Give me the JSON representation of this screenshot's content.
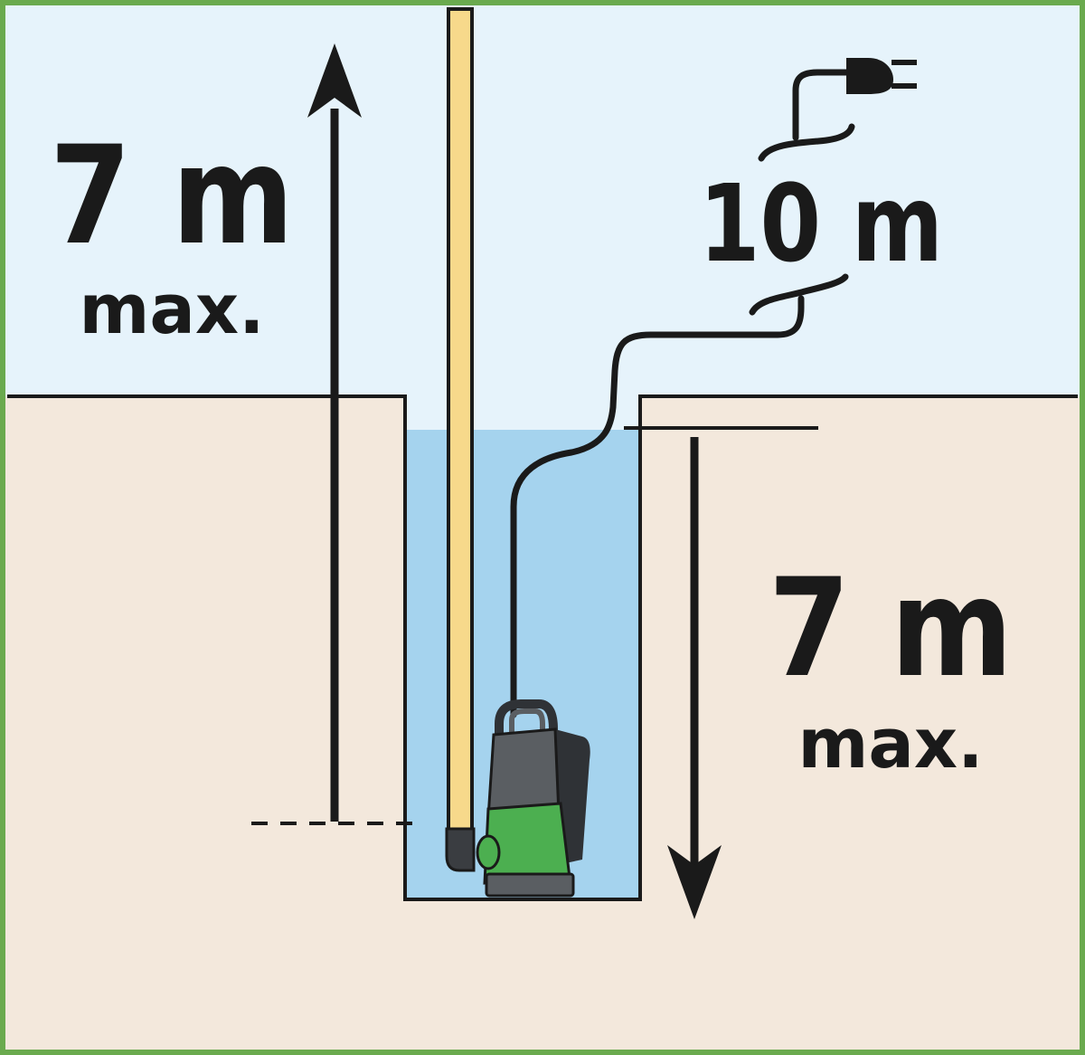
{
  "lift_height": {
    "value": "7 m",
    "qualifier": "max."
  },
  "cable_length": {
    "value": "10 m"
  },
  "immersion_depth": {
    "value": "7 m",
    "qualifier": "max."
  },
  "colors": {
    "frame": "#6aaa4e",
    "sky": "#e6f3fb",
    "ground": "#f3e8dc",
    "water": "#a5d3ee",
    "hose": "#f7d98b",
    "pump_green": "#4caf50",
    "pump_gray": "#5a5e62",
    "ink": "#1a1a1a"
  },
  "icons": {
    "plug": "plug-icon",
    "pump": "submersible-pump-icon"
  }
}
